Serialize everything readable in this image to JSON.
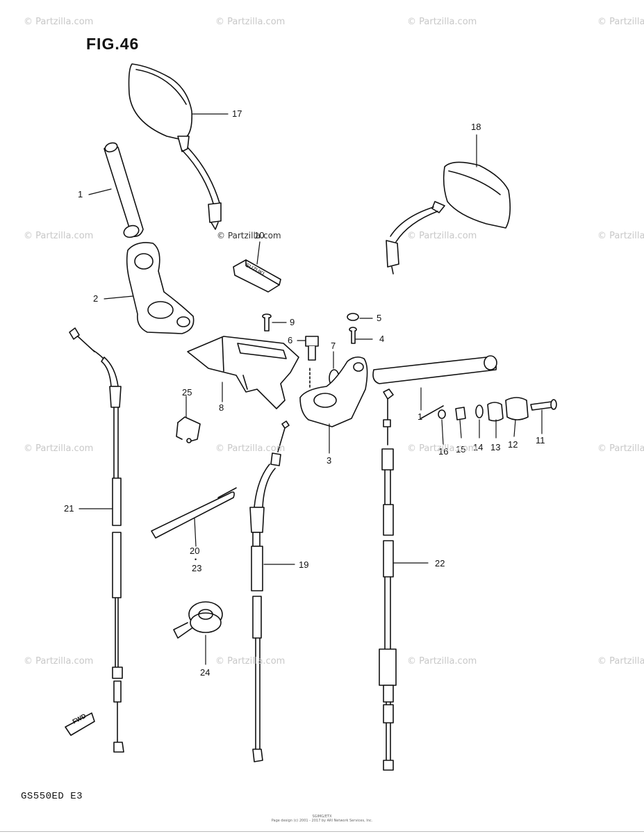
{
  "title": "FIG.46",
  "model_code": "GS550ED  E3",
  "credit_lines": [
    "SGIMG/ETX",
    "Page design (c) 2001 - 2017 by ARI Network Services, Inc."
  ],
  "watermark_text": "© Partzilla.com",
  "watermark_center_text": "© Partzilla.com",
  "fwd_label": "FWD",
  "part10_text": "SUZUKI",
  "callouts": {
    "c1a": "1",
    "c1b": "1",
    "c2": "2",
    "c3": "3",
    "c4": "4",
    "c5": "5",
    "c6": "6",
    "c7": "7",
    "c8": "8",
    "c9": "9",
    "c10": "10",
    "c11": "11",
    "c12": "12",
    "c13": "13",
    "c14": "14",
    "c15": "15",
    "c16": "16",
    "c17": "17",
    "c18": "18",
    "c19": "19",
    "c20": "20",
    "c20dot": "•",
    "c23": "23",
    "c21": "21",
    "c22": "22",
    "c24": "24",
    "c25": "25"
  },
  "colors": {
    "ink": "#111111",
    "watermark": "#c8c8c8",
    "background": "#ffffff"
  }
}
